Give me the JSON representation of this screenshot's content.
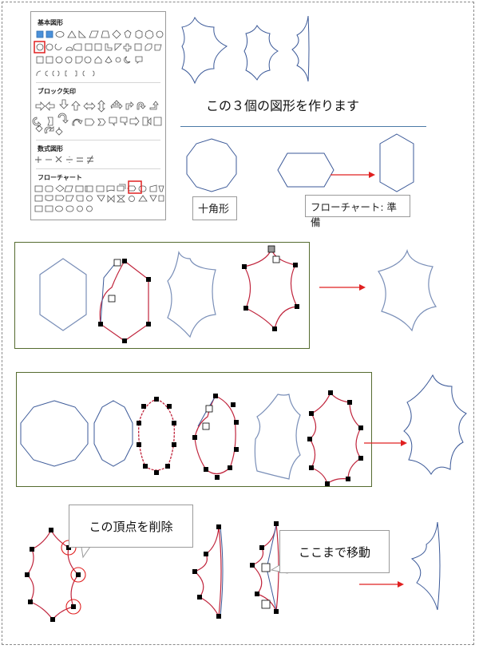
{
  "panel": {
    "sections": [
      {
        "title": "基本図形"
      },
      {
        "title": "ブロック矢印"
      },
      {
        "title": "数式図形"
      },
      {
        "title": "フローチャート"
      }
    ]
  },
  "caption": "この３個の図形を作ります",
  "labels": {
    "decagon": "十角形",
    "flowchart_prep": "フローチャート: 準備"
  },
  "callouts": {
    "delete_vertex": "この頂点を削除",
    "move_here": "ここまで移動"
  },
  "colors": {
    "shape_stroke": "#3b5998",
    "edit_stroke": "#c0243c",
    "arrow": "#e02020",
    "highlight": "#e02020"
  }
}
